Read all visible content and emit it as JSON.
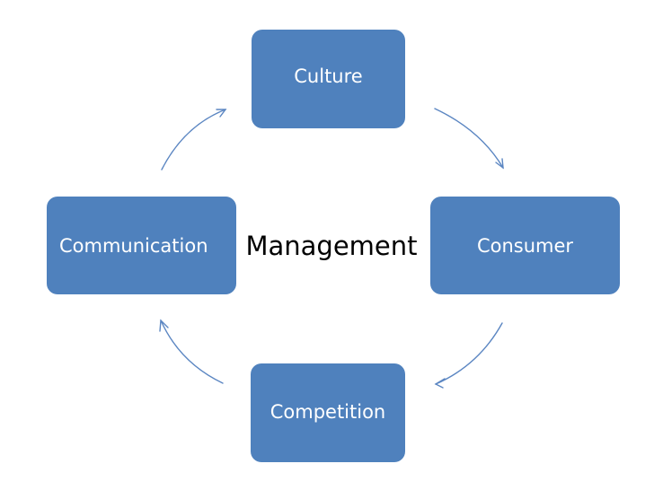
{
  "diagram": {
    "center": "Management",
    "nodes": {
      "culture": "Culture",
      "consumer": "Consumer",
      "competition": "Competition",
      "communication": "Communication"
    }
  },
  "colors": {
    "node_fill": "#4f81bd",
    "node_text": "#ffffff",
    "arrow": "#5b86c2",
    "center_text": "#000000"
  }
}
